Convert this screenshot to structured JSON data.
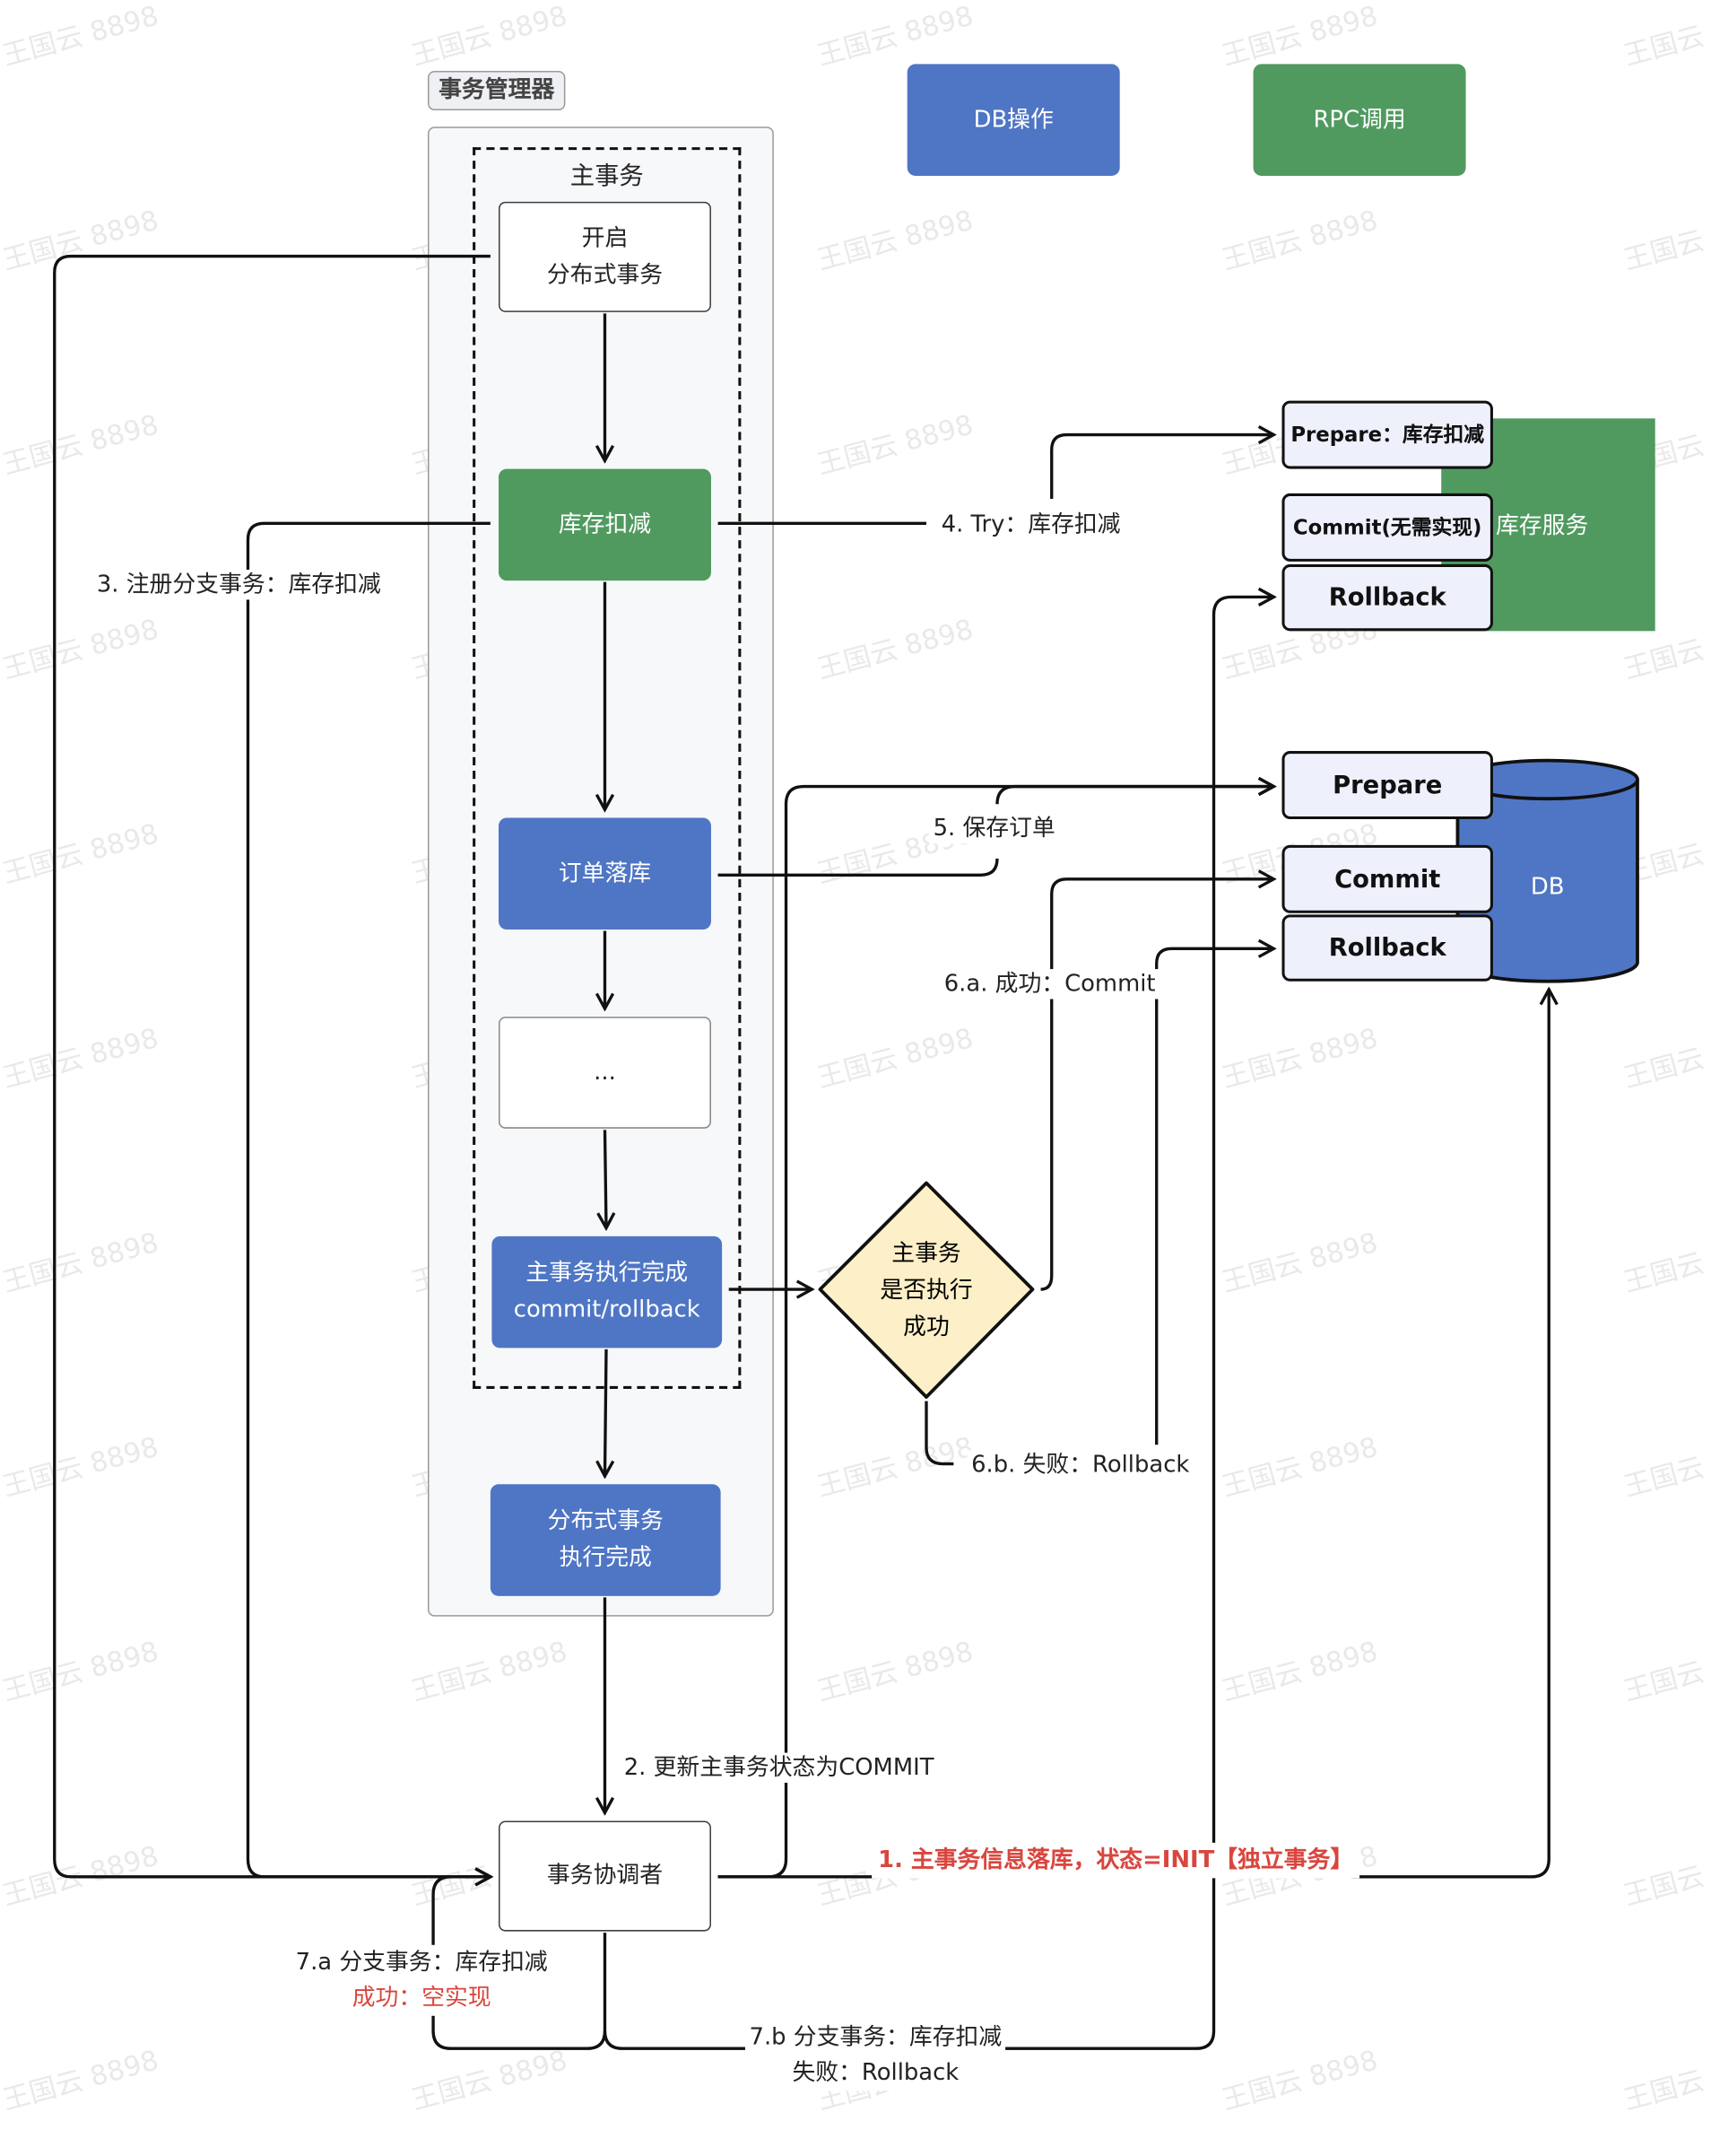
{
  "title_tag": "事务管理器",
  "legend": {
    "db": "DB操作",
    "rpc": "RPC调用"
  },
  "main_tx_title": "主事务",
  "nodes": {
    "start": "开启\n分布式事务",
    "stock": "库存扣减",
    "order": "订单落库",
    "ellipsis": "...",
    "main_done": "主事务执行完成\ncommit/rollback",
    "dist_done": "分布式事务\n执行完成",
    "coordinator": "事务协调者",
    "decision": "主事务\n是否执行\n成功"
  },
  "stock_service": {
    "label": "库存服务",
    "prepare": "Prepare：库存扣减",
    "commit": "Commit(无需实现)",
    "rollback": "Rollback"
  },
  "db": {
    "label": "DB",
    "prepare": "Prepare",
    "commit": "Commit",
    "rollback": "Rollback"
  },
  "edge_labels": {
    "e1": "1. 主事务信息落库，状态=INIT【独立事务】",
    "e2": "2. 更新主事务状态为COMMIT",
    "e3": "3. 注册分支事务：库存扣减",
    "e4": "4. Try：库存扣减",
    "e5": "5. 保存订单",
    "e6a": "6.a. 成功：Commit",
    "e6b": "6.b. 失败：Rollback",
    "e7a_1": "7.a 分支事务：库存扣减",
    "e7a_2": "成功：空实现",
    "e7b_1": "7.b 分支事务：库存扣减",
    "e7b_2": "失败：Rollback"
  },
  "watermark": "王国云 8898",
  "colors": {
    "db_blue": "#4f76c5",
    "rpc_green": "#509a60",
    "decision_fill": "#fdf0c8",
    "highlight_red": "#d9463e"
  }
}
